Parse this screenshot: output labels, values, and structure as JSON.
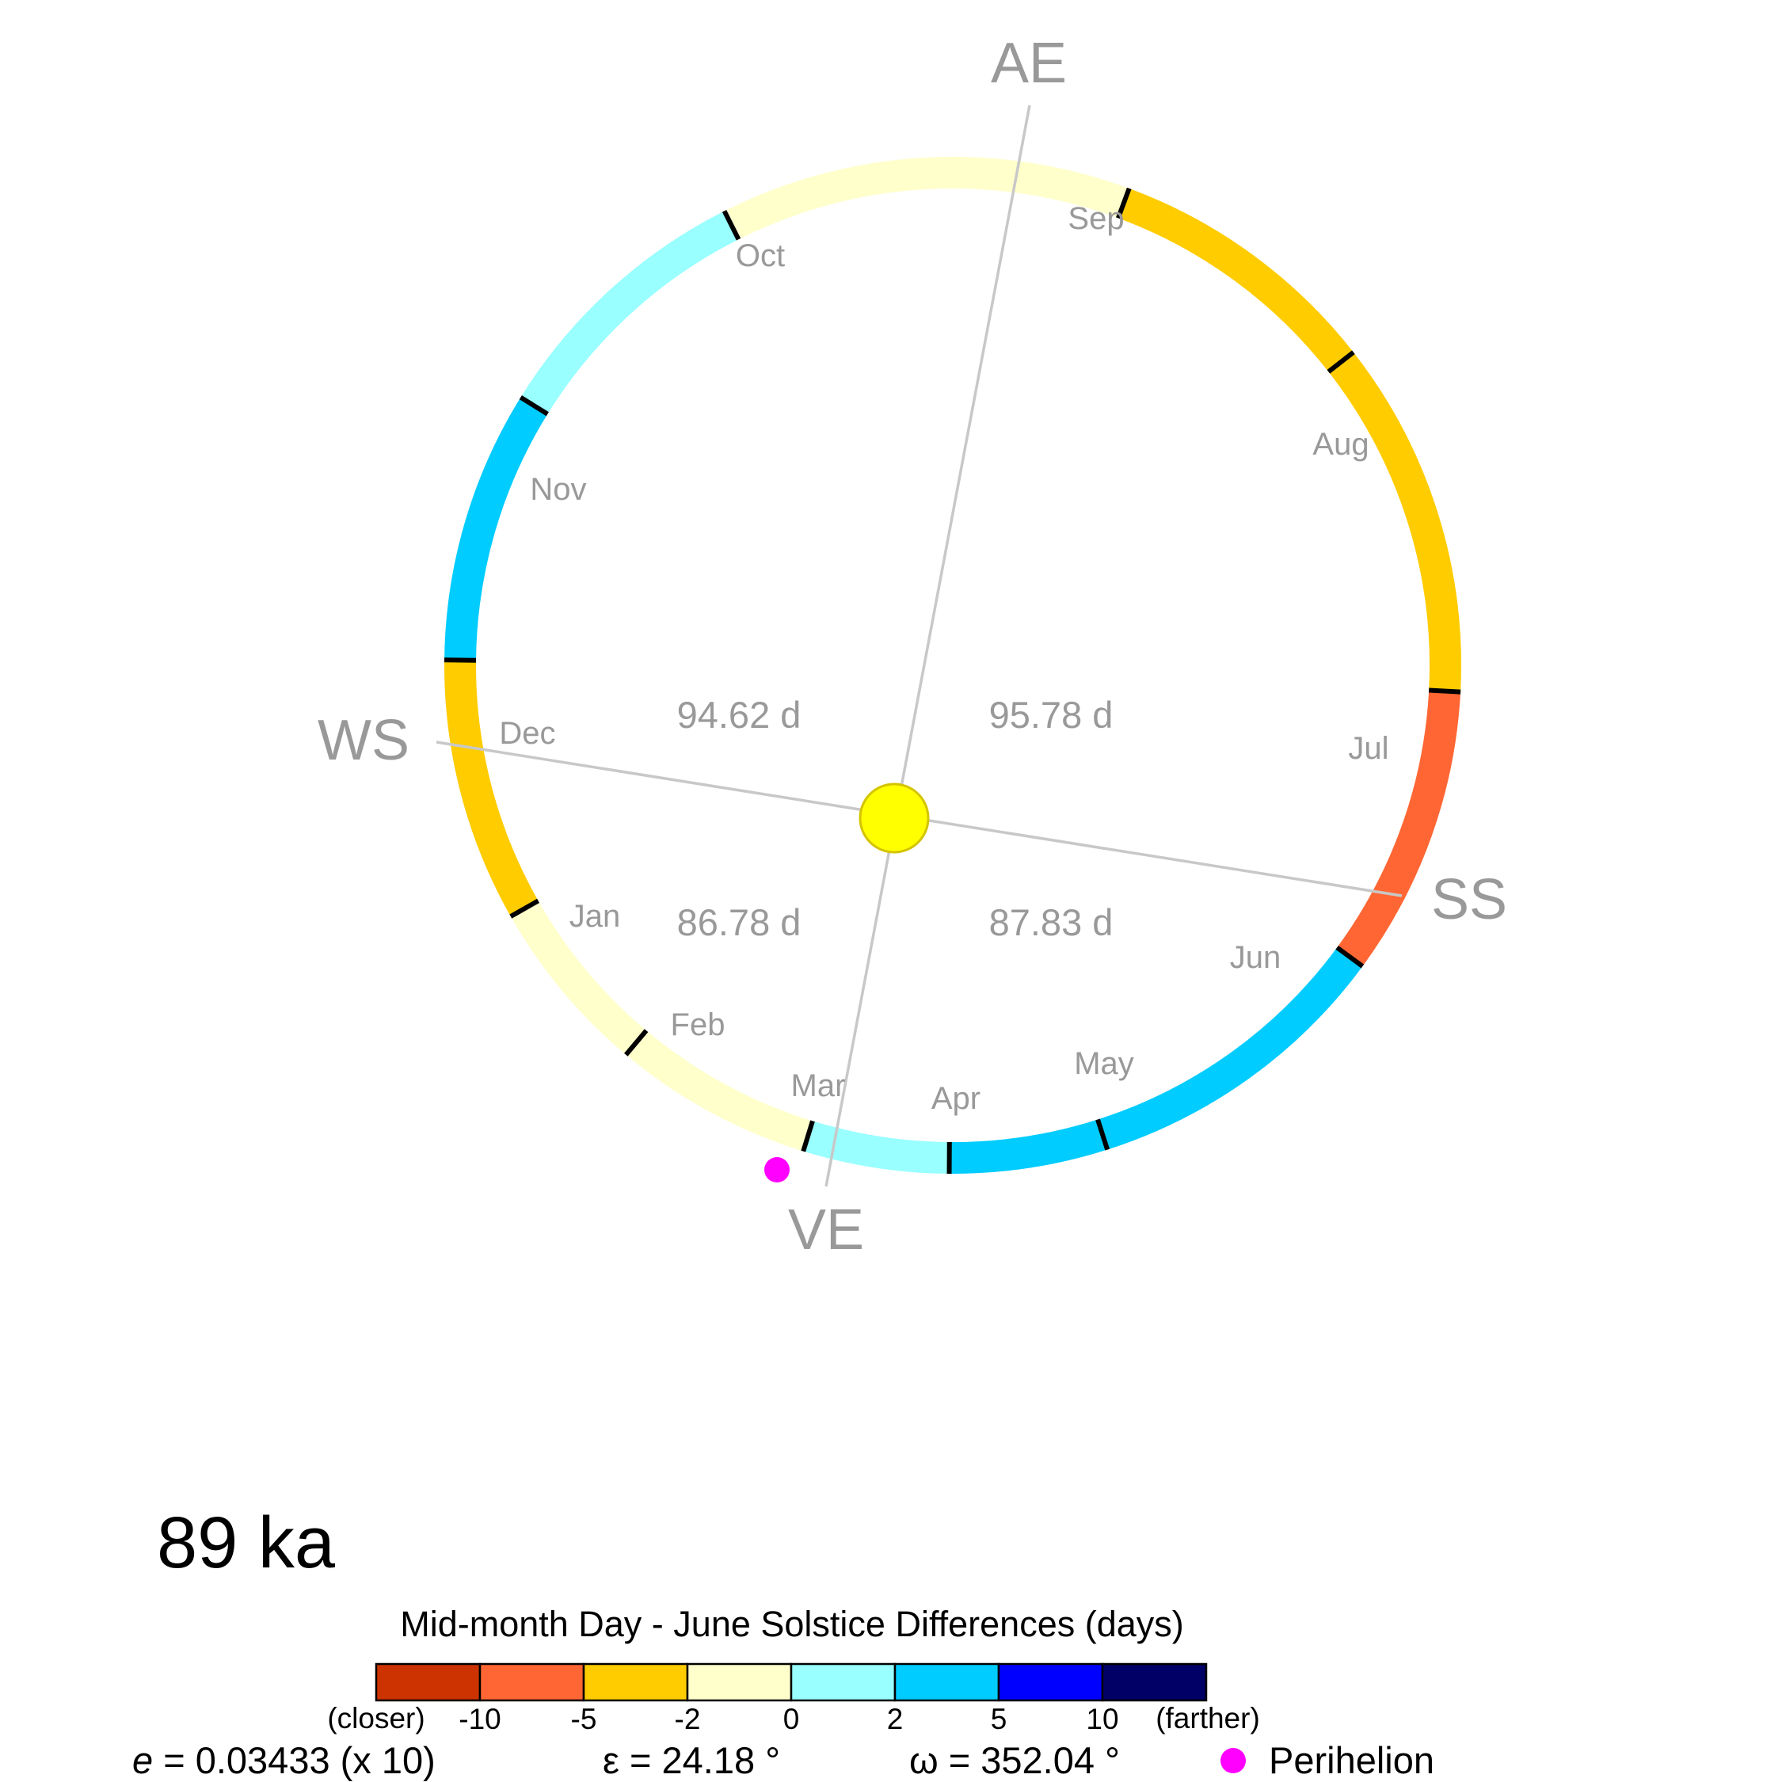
{
  "age_label": "89 ka",
  "seasons": {
    "ae": "AE",
    "ws": "WS",
    "ss": "SS",
    "ve": "VE"
  },
  "quadrants": {
    "top_left": "94.62 d",
    "top_right": "95.78 d",
    "bottom_left": "86.78 d",
    "bottom_right": "87.83 d"
  },
  "months": [
    {
      "name": "Jan",
      "color": "#FFCC00"
    },
    {
      "name": "Feb",
      "color": "#FFFFCC"
    },
    {
      "name": "Mar",
      "color": "#FFFFCC"
    },
    {
      "name": "Apr",
      "color": "#99FFFF"
    },
    {
      "name": "May",
      "color": "#00CCFF"
    },
    {
      "name": "Jun",
      "color": "#00CCFF"
    },
    {
      "name": "Jul",
      "color": "#FF6633"
    },
    {
      "name": "Aug",
      "color": "#FFCC00"
    },
    {
      "name": "Sep",
      "color": "#FFCC00"
    },
    {
      "name": "Oct",
      "color": "#FFFFCC"
    },
    {
      "name": "Nov",
      "color": "#99FFFF"
    },
    {
      "name": "Dec",
      "color": "#00CCFF"
    }
  ],
  "legend": {
    "title": "Mid-month Day - June Solstice Differences (days)",
    "colors": [
      "#CC3300",
      "#FF6633",
      "#FFCC00",
      "#FFFFCC",
      "#99FFFF",
      "#00CCFF",
      "#0000FF",
      "#000066"
    ],
    "ticks": [
      "-10",
      "-5",
      "-2",
      "0",
      "2",
      "5",
      "10"
    ],
    "left_end": "(closer)",
    "right_end": "(farther)"
  },
  "params": {
    "e_symbol": "e",
    "e_text": " = 0.03433 (x 10)",
    "obliquity": "ε = 24.18 °",
    "precession": "ω = 352.04 °",
    "perihelion": "Perihelion"
  },
  "colors": {
    "sun": "#FFFF00",
    "perihelion": "#FF00FF",
    "axis": "#C8C8C8"
  }
}
